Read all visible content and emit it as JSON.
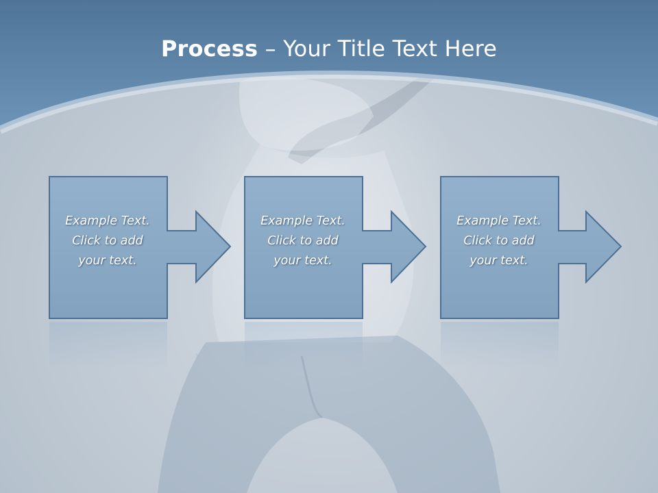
{
  "slide": {
    "title_bold": "Process",
    "title_rest": " – Your Title Text Here"
  },
  "steps": [
    {
      "line1": "Example Text.",
      "line2": "Click  to add",
      "line3": "your text."
    },
    {
      "line1": "Example Text.",
      "line2": "Click  to add",
      "line3": "your text."
    },
    {
      "line1": "Example Text.",
      "line2": "Click  to add",
      "line3": "your text."
    }
  ],
  "colors": {
    "banner": "#5f87ab",
    "box_fill": "#8aaac6",
    "box_border": "#4a6f94",
    "background": "#c3ccd5"
  }
}
